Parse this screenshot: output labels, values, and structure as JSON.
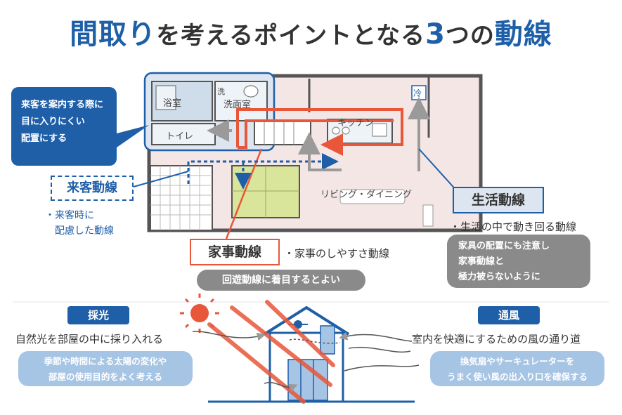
{
  "title": {
    "part1": "間取り",
    "part2": "を考えるポイントとなる",
    "part3": "3",
    "part4": "つの",
    "part5": "動線"
  },
  "rooms": {
    "bath": "浴室",
    "wash_small": "洗",
    "washroom": "洗面室",
    "toilet": "トイレ",
    "fridge": "冷",
    "kitchen": "キッチン",
    "living": "リビング・ダイニング"
  },
  "raikyaku": {
    "callout": [
      "来客を案内する際に",
      "目に入りにくい",
      "配置にする"
    ],
    "tag": "来客動線",
    "note": [
      "・来客時に",
      "　配慮した動線"
    ]
  },
  "kaji": {
    "tag": "家事動線",
    "note": "・家事のしやすさ動線",
    "pill": "回遊動線に着目するとよい"
  },
  "seikatsu": {
    "tag": "生活動線",
    "note": "・生活の中で動き回る動線",
    "callout": [
      "家具の配置にも注意し",
      "家事動線と",
      "極力被らないように"
    ]
  },
  "saikou": {
    "badge": "採光",
    "line": "自然光を部屋の中に採り入れる",
    "pill": [
      "季節や時間による太陽の変化や",
      "部屋の使用目的をよく考える"
    ]
  },
  "tsuufuu": {
    "badge": "通風",
    "line": "室内を快適にするための風の通り道",
    "pill": [
      "換気扇やサーキュレーターを",
      "うまく使い風の出入り口を確保する"
    ]
  },
  "colors": {
    "blue": "#1e5fa8",
    "orange": "#e8573a",
    "gray": "#8a8a8a",
    "light_blue": "#a6c4e4",
    "pink_floor": "#f5e6e6",
    "tatami": "#d8e59a"
  }
}
